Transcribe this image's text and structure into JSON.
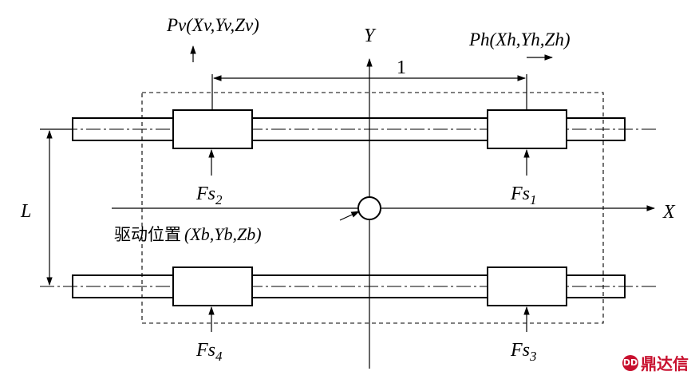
{
  "labels": {
    "pv": "Pv(Xv,Yv,Zv)",
    "ph": "Ph(Xh,Yh,Zh)",
    "y_axis": "Y",
    "x_axis": "X",
    "length_l": "L",
    "span": "1",
    "fs1_base": "Fs",
    "fs1_sub": "1",
    "fs2_base": "Fs",
    "fs2_sub": "2",
    "fs3_base": "Fs",
    "fs3_sub": "3",
    "fs4_base": "Fs",
    "fs4_sub": "4",
    "drive_text": "驱动位置",
    "drive_coords": "(Xb,Yb,Zb)"
  },
  "watermark": {
    "mark": "DD",
    "text": "鼎达信",
    "color": "#c8102e"
  }
}
